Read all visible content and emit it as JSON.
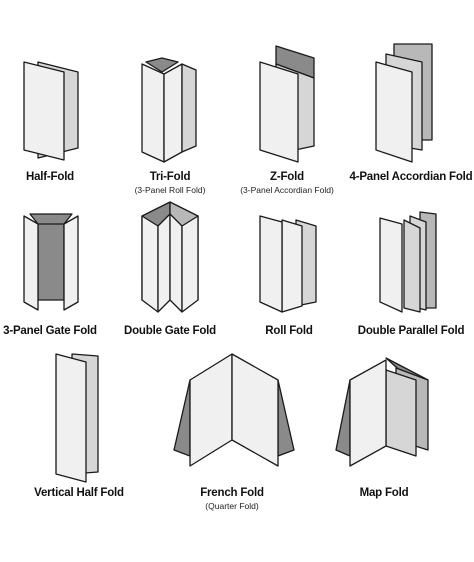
{
  "colors": {
    "panel_light": "#f0f0f0",
    "panel_shade": "#d6d6d6",
    "panel_mid": "#b8b8b8",
    "panel_dark": "#8a8a8a",
    "outline": "#1a1a1a"
  },
  "folds": [
    {
      "name": "Half-Fold",
      "sub": ""
    },
    {
      "name": "Tri-Fold",
      "sub": "(3-Panel Roll Fold)"
    },
    {
      "name": "Z-Fold",
      "sub": "(3-Panel Accordian Fold)"
    },
    {
      "name": "4-Panel Accordian Fold",
      "sub": ""
    },
    {
      "name": "3-Panel Gate Fold",
      "sub": ""
    },
    {
      "name": "Double Gate Fold",
      "sub": ""
    },
    {
      "name": "Roll Fold",
      "sub": ""
    },
    {
      "name": "Double Parallel Fold",
      "sub": ""
    },
    {
      "name": "Vertical Half Fold",
      "sub": ""
    },
    {
      "name": "French Fold",
      "sub": "(Quarter Fold)"
    },
    {
      "name": "Map Fold",
      "sub": ""
    }
  ]
}
